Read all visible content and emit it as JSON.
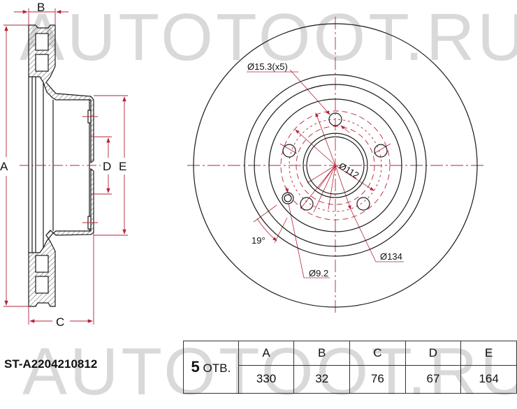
{
  "watermark": {
    "text": "AUTOTOOT.RU",
    "color": "#d9d9d9"
  },
  "part_number": "ST-A2204210812",
  "side_view": {
    "labels": {
      "A": "A",
      "B": "B",
      "C": "C",
      "D": "D",
      "E": "E"
    }
  },
  "front_view": {
    "annotations": {
      "bolt_hole": "Ø15.3(x5)",
      "bolt_circle": "Ø112",
      "hub_bore": "Ø134",
      "small_hole": "Ø9.2",
      "angle": "19°"
    }
  },
  "table": {
    "holes_count": "5",
    "holes_label": "ОТВ.",
    "headers": [
      "A",
      "B",
      "C",
      "D",
      "E"
    ],
    "values": [
      "330",
      "32",
      "76",
      "67",
      "164"
    ]
  },
  "colors": {
    "line": "#1a1a1a",
    "dimension": "#b3243a",
    "border": "#333333"
  }
}
